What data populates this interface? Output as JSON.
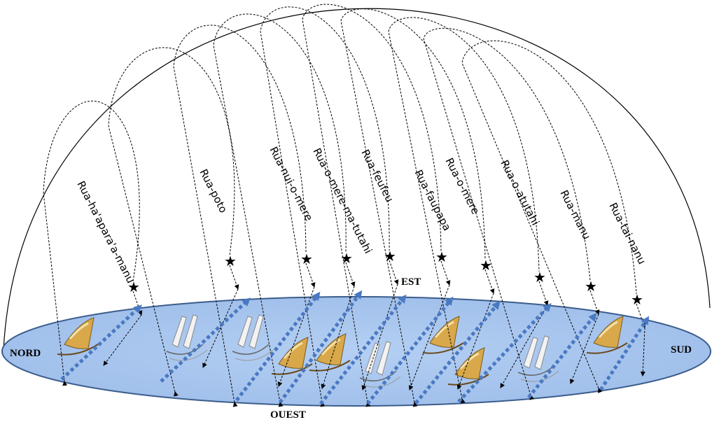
{
  "compass": {
    "north": "NORD",
    "south": "SUD",
    "east": "EST",
    "west": "OUEST"
  },
  "colors": {
    "horizon_fill": "#a9c6ee",
    "horizon_stroke": "#3b5d8c",
    "route_arrow": "#4a79c2"
  },
  "star_paths": [
    {
      "label": "Rua-ha'apara'a-manu"
    },
    {
      "label": "Rua-poto"
    },
    {
      "label": "Rua-nui-o-mere"
    },
    {
      "label": "Rua-o-mere-ma-tutahi"
    },
    {
      "label": "Rua-feufeu"
    },
    {
      "label": "Rua-faupapa"
    },
    {
      "label": "Rua-o-mere"
    },
    {
      "label": "Rua-o-atutahi"
    },
    {
      "label": "Rua-manu"
    },
    {
      "label": "Rua-tai-nanu"
    }
  ],
  "star_icon": "star-icon",
  "canoe_icons": [
    "sail-canoe-icon",
    "double-hull-canoe-icon"
  ]
}
